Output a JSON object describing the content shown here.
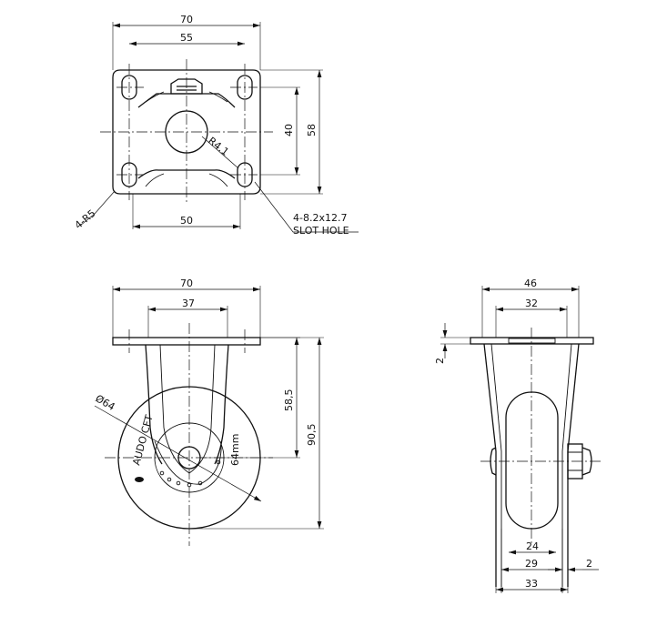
{
  "top_view": {
    "dim_plate_width": "70",
    "dim_hole_spacing_x": "55",
    "dim_hole_spacing_y": "40",
    "dim_plate_height": "58",
    "dim_base_width": "50",
    "label_radius": "R4.1",
    "label_corner": "4-R5",
    "label_slot_size": "4-8.2x12.7",
    "label_slot_hole": "SLOT HOLE"
  },
  "front_view": {
    "dim_plate_width": "70",
    "dim_fork_width": "37",
    "dim_axle_height": "58,5",
    "dim_total_height": "90,5",
    "dim_wheel_dia": "Ø64",
    "wheel_text_brand": "AUDO CFT",
    "wheel_text_size": "64mm"
  },
  "side_view": {
    "dim_plate_width": "46",
    "dim_inner_width": "32",
    "dim_plate_thickness": "2",
    "dim_tread_width": "24",
    "dim_wheel_width": "29",
    "dim_bracket_thickness": "2",
    "dim_overall_width": "33"
  }
}
